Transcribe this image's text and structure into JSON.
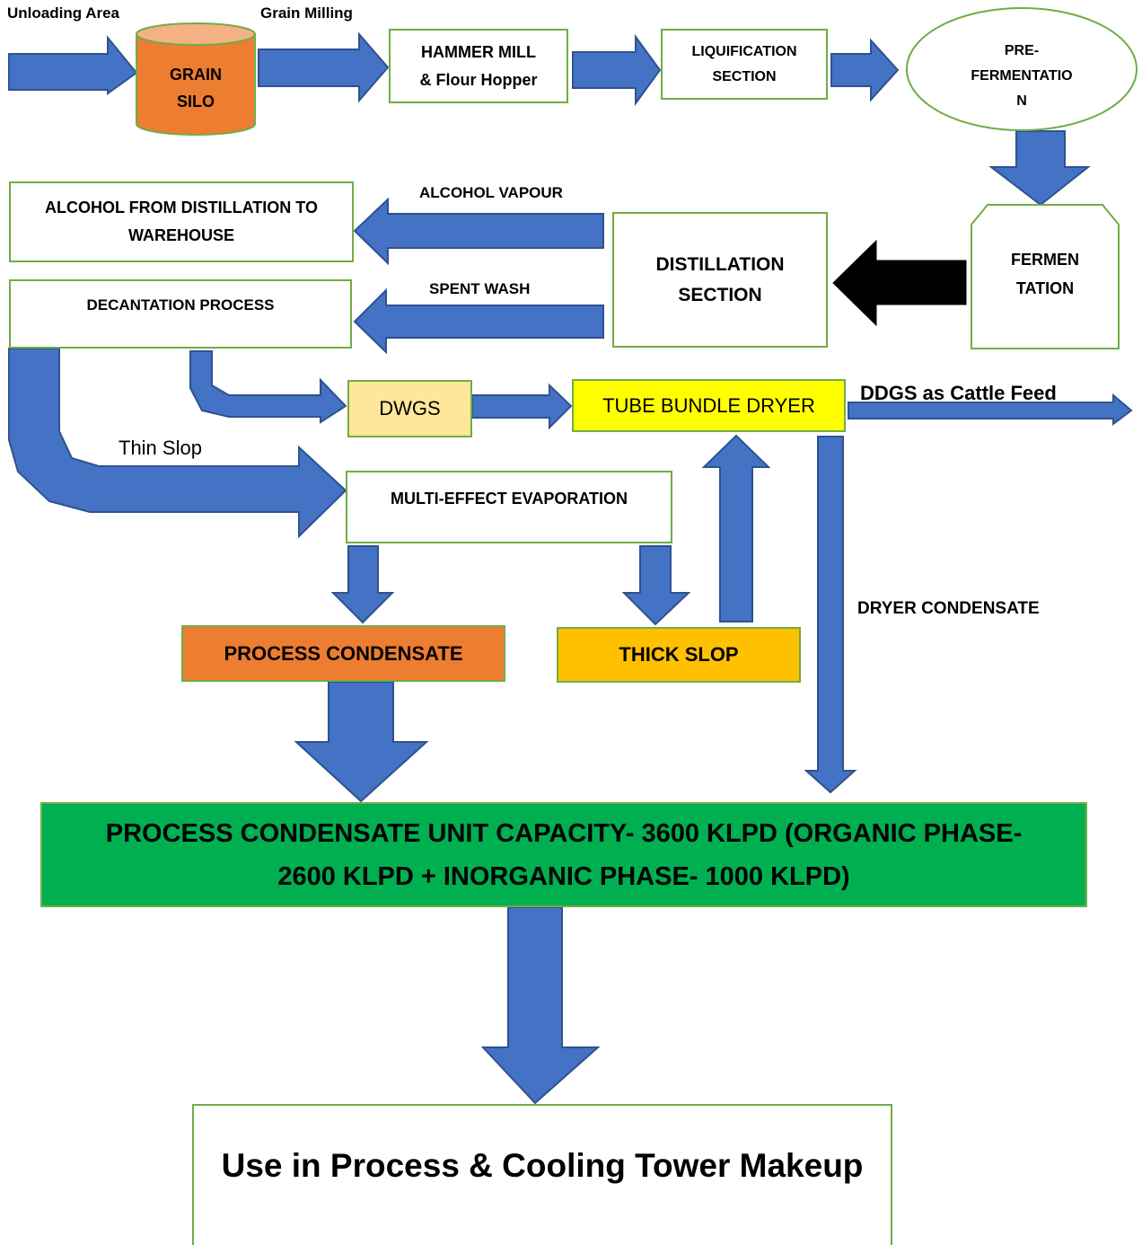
{
  "colors": {
    "arrow_blue": "#4472c4",
    "arrow_blue_stroke": "#2f528f",
    "box_border_green": "#70ad47",
    "silo_orange": "#ed7d31",
    "silo_top": "#f4b183",
    "dwgs_fill": "#ffe699",
    "dryer_fill": "#ffff00",
    "process_condensate_fill": "#ed7d31",
    "thick_slop_fill": "#ffc000",
    "capacity_fill": "#00b050",
    "distillation_arrow": "#000000"
  },
  "labels": {
    "unloading_area": "Unloading Area",
    "grain_milling": "Grain Milling",
    "alcohol_vapour": "ALCOHOL VAPOUR",
    "spent_wash": "SPENT WASH",
    "ddgs": "DDGS as Cattle Feed",
    "thin_slop": "Thin Slop",
    "dryer_condensate": "DRYER CONDENSATE"
  },
  "nodes": {
    "grain_silo": {
      "line1": "GRAIN",
      "line2": "SILO"
    },
    "hammer_mill": {
      "line1": "HAMMER MILL",
      "line2": "& Flour Hopper"
    },
    "liquification": {
      "line1": "LIQUIFICATION",
      "line2": "SECTION"
    },
    "pre_fermentation": {
      "line1": "PRE-",
      "line2": "FERMENTATIO",
      "line3": "N"
    },
    "fermentation": {
      "line1": "FERMEN",
      "line2": "TATION"
    },
    "distillation": {
      "line1": "DISTILLATION",
      "line2": "SECTION"
    },
    "alcohol_warehouse": {
      "line1": "ALCOHOL FROM DISTILLATION TO",
      "line2": "WAREHOUSE"
    },
    "decantation": {
      "text": "DECANTATION PROCESS"
    },
    "dwgs": {
      "text": "DWGS"
    },
    "tube_bundle_dryer": {
      "text": "TUBE BUNDLE DRYER"
    },
    "multi_effect_evaporation": {
      "text": "MULTI-EFFECT EVAPORATION"
    },
    "process_condensate": {
      "text": "PROCESS CONDENSATE"
    },
    "thick_slop": {
      "text": "THICK SLOP"
    },
    "pcu_capacity": {
      "line1": "PROCESS CONDENSATE UNIT CAPACITY- 3600 KLPD (ORGANIC PHASE-",
      "line2": "2600 KLPD + INORGANIC PHASE- 1000 KLPD)"
    },
    "final_use": {
      "text": "Use in Process & Cooling Tower Makeup"
    }
  }
}
